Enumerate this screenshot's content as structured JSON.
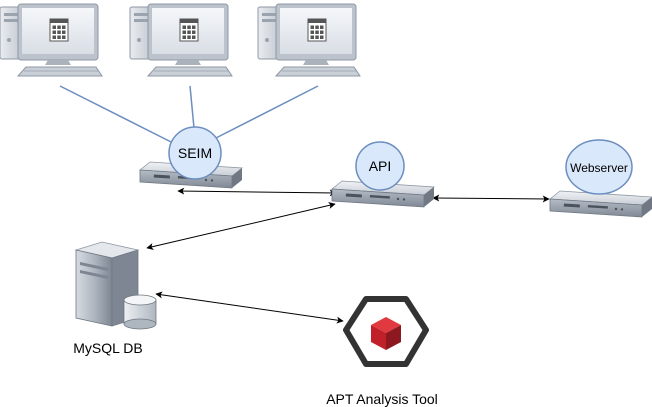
{
  "diagram": {
    "nodes": {
      "workstation_1": {
        "label": ""
      },
      "workstation_2": {
        "label": ""
      },
      "workstation_3": {
        "label": ""
      },
      "seim": {
        "label": "SEIM"
      },
      "api": {
        "label": "API"
      },
      "webserver": {
        "label": "Webserver"
      },
      "mysql_db": {
        "label": "MySQL DB"
      },
      "apt_tool": {
        "label": "APT Analysis Tool"
      }
    },
    "edges": [
      {
        "from": "workstation_1",
        "to": "seim",
        "style": "line"
      },
      {
        "from": "workstation_2",
        "to": "seim",
        "style": "line"
      },
      {
        "from": "workstation_3",
        "to": "seim",
        "style": "line"
      },
      {
        "from": "seim",
        "to": "api",
        "style": "double-arrow"
      },
      {
        "from": "api",
        "to": "webserver",
        "style": "double-arrow"
      },
      {
        "from": "mysql_db",
        "to": "api",
        "style": "double-arrow"
      },
      {
        "from": "mysql_db",
        "to": "apt_tool",
        "style": "double-arrow"
      }
    ],
    "colors": {
      "workstation_line": "#6c8ebf",
      "bubble_fill": "#dae8fc",
      "bubble_stroke": "#6c8ebf",
      "server_body": "#9aa3ae",
      "apt_red": "#c0202a"
    }
  }
}
